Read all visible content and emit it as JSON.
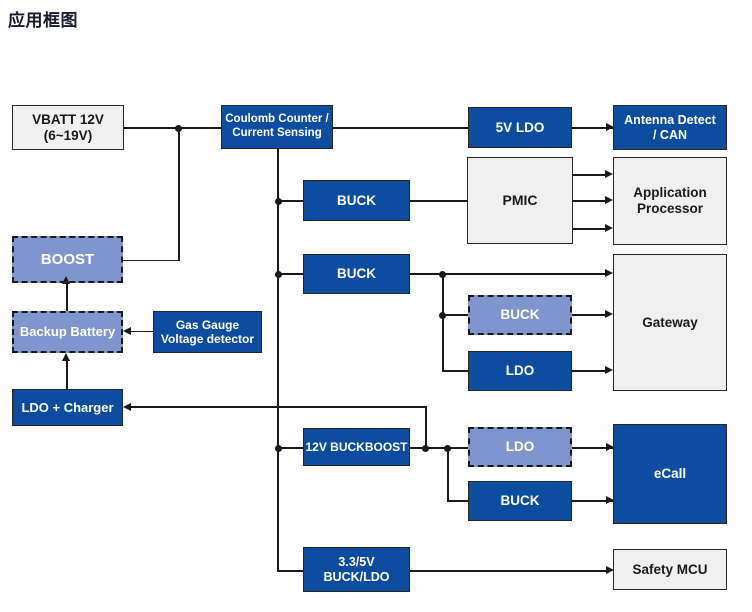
{
  "title": "应用框图",
  "colors": {
    "dark_blue": "#0d4da0",
    "light_blue": "#7e96cd",
    "gray": "#f0f0f0",
    "line": "#1a1a1a",
    "title": "#1a1a2e"
  },
  "nodes": {
    "vbatt": {
      "line1": "VBATT 12V",
      "line2": "(6~19V)",
      "style": "gray"
    },
    "boost": {
      "line1": "BOOST",
      "style": "light-blue-dashed"
    },
    "backup_battery": {
      "line1": "Backup Battery",
      "style": "light-blue-dashed"
    },
    "gas_gauge": {
      "line1": "Gas Gauge",
      "line2": "Voltage detector",
      "style": "dark-blue"
    },
    "ldo_charger": {
      "line1": "LDO + Charger",
      "style": "dark-blue"
    },
    "coulomb_counter": {
      "line1": "Coulomb Counter /",
      "line2": "Current Sensing",
      "style": "dark-blue"
    },
    "buck_pmic": {
      "line1": "BUCK",
      "style": "dark-blue"
    },
    "buck_gateway": {
      "line1": "BUCK",
      "style": "dark-blue"
    },
    "buckboost_12v": {
      "line1": "12V BUCKBOOST",
      "style": "dark-blue"
    },
    "buck_ldo_33_5v": {
      "line1": "3.3/5V",
      "line2": "BUCK/LDO",
      "style": "dark-blue"
    },
    "ldo_5v": {
      "line1": "5V LDO",
      "style": "dark-blue"
    },
    "pmic": {
      "line1": "PMIC",
      "style": "gray"
    },
    "buck_gw_sub": {
      "line1": "BUCK",
      "style": "light-blue-dashed"
    },
    "ldo_gw_sub": {
      "line1": "LDO",
      "style": "dark-blue"
    },
    "ldo_ecall_sub": {
      "line1": "LDO",
      "style": "light-blue-dashed"
    },
    "buck_ecall_sub": {
      "line1": "BUCK",
      "style": "dark-blue"
    },
    "antenna_detect": {
      "line1": "Antenna Detect",
      "line2": "/ CAN",
      "style": "dark-blue"
    },
    "application_processor": {
      "line1": "Application",
      "line2": "Processor",
      "style": "gray"
    },
    "gateway": {
      "line1": "Gateway",
      "style": "gray"
    },
    "ecall": {
      "line1": "eCall",
      "style": "dark-blue"
    },
    "safety_mcu": {
      "line1": "Safety MCU",
      "style": "gray"
    }
  }
}
